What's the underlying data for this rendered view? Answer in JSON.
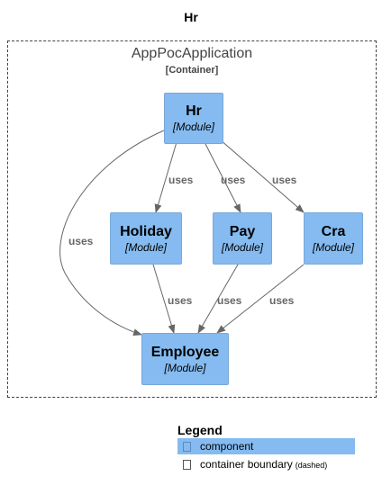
{
  "title": "Hr",
  "boundary": {
    "name": "AppPocApplication",
    "type": "[Container]"
  },
  "nodes": {
    "hr": {
      "name": "Hr",
      "type": "[Module]"
    },
    "holiday": {
      "name": "Holiday",
      "type": "[Module]"
    },
    "pay": {
      "name": "Pay",
      "type": "[Module]"
    },
    "cra": {
      "name": "Cra",
      "type": "[Module]"
    },
    "employee": {
      "name": "Employee",
      "type": "[Module]"
    }
  },
  "edges": [
    {
      "from": "Hr",
      "to": "Holiday",
      "label": "uses"
    },
    {
      "from": "Hr",
      "to": "Pay",
      "label": "uses"
    },
    {
      "from": "Hr",
      "to": "Cra",
      "label": "uses"
    },
    {
      "from": "Hr",
      "to": "Employee",
      "label": "uses"
    },
    {
      "from": "Holiday",
      "to": "Employee",
      "label": "uses"
    },
    {
      "from": "Pay",
      "to": "Employee",
      "label": "uses"
    },
    {
      "from": "Cra",
      "to": "Employee",
      "label": "uses"
    }
  ],
  "legend": {
    "title": "Legend",
    "component": {
      "label": "component",
      "color": "#85bbf0"
    },
    "boundary": {
      "label": "container boundary",
      "note": "(dashed)"
    }
  },
  "colors": {
    "component": "#85bbf0",
    "edge": "#666666",
    "boundary": "#444444"
  }
}
